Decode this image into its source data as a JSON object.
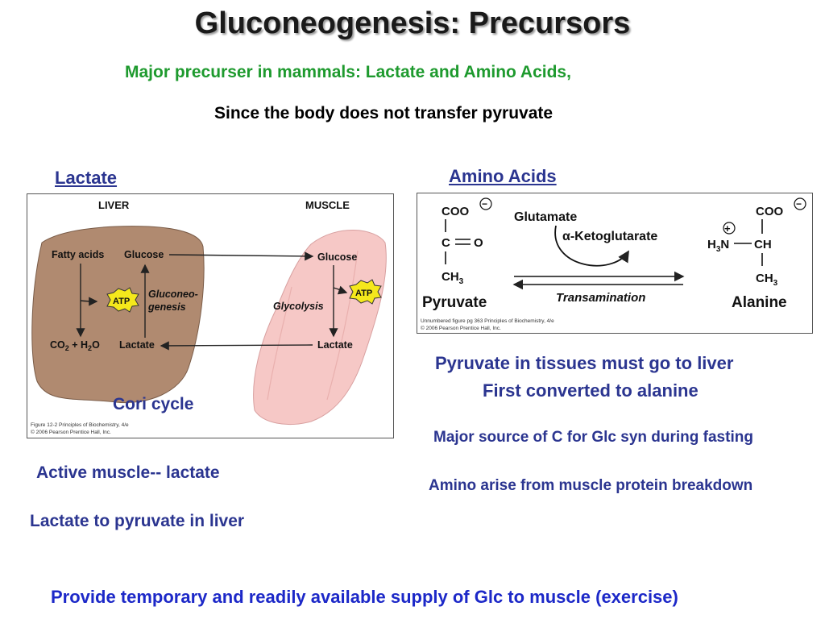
{
  "title": "Gluconeogenesis: Precursors",
  "subtitle_green": "Major precurser in mammals: Lactate and Amino Acids,",
  "subtitle_black": "Since the body does not transfer pyruvate",
  "lactate": {
    "heading": "Lactate",
    "figure": {
      "liver_label": "LIVER",
      "muscle_label": "MUSCLE",
      "fatty_acids": "Fatty acids",
      "glucose_liver": "Glucose",
      "glucose_muscle": "Glucose",
      "atp": "ATP",
      "gluconeo_1": "Gluconeo-",
      "gluconeo_2": "genesis",
      "glycolysis": "Glycolysis",
      "co2": "CO",
      "co2_sub": "2",
      "plus_h": " + H",
      "h2o_sub": "2",
      "o": "O",
      "lactate_liver": "Lactate",
      "lactate_muscle": "Lactate",
      "caption_1": "Figure 12-2  Principles of Biochemistry, 4/e",
      "caption_2": "© 2006 Pearson Prentice Hall, Inc."
    },
    "cori_cycle": "Cori cycle",
    "notes": [
      "Active muscle-- lactate",
      "Lactate to pyruvate in liver"
    ]
  },
  "amino": {
    "heading": "Amino Acids",
    "figure": {
      "coo": "COO",
      "minus": "−",
      "c": "C",
      "eq_o": "O",
      "ch3": "CH",
      "ch3_sub": "3",
      "pyruvate": "Pyruvate",
      "glutamate": "Glutamate",
      "ketoglutarate": "α-Ketoglutarate",
      "transamination": "Transamination",
      "plus": "+",
      "h3n": "H",
      "h3n_sub": "3",
      "h3n_n": "N",
      "ch": "CH",
      "alanine": "Alanine",
      "caption_1": "Unnumbered figure pg 363  Principles of Biochemistry, 4/e",
      "caption_2": "© 2006 Pearson Prentice Hall, Inc."
    },
    "notes_big": [
      "Pyruvate in tissues must go to liver",
      "First converted to alanine"
    ],
    "notes_small": [
      "Major source of C for Glc syn during fasting",
      "Amino arise from muscle protein breakdown"
    ]
  },
  "footer": "Provide temporary and readily available supply of Glc to muscle (exercise)",
  "colors": {
    "liver": "#b08a70",
    "muscle": "#f6c8c6",
    "atp": "#f5e81c",
    "blue": "#2b3590",
    "green": "#1e9a2e"
  }
}
